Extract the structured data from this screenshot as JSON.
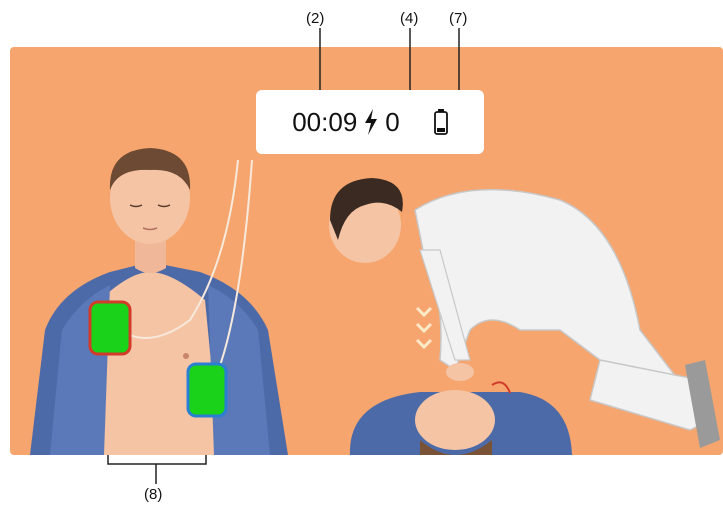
{
  "callouts": {
    "timer": "(2)",
    "shock_count": "(4)",
    "battery": "(7)",
    "pads": "(8)"
  },
  "status": {
    "elapsed_time": "00:09",
    "shocks": "0"
  },
  "colors": {
    "background_panel": "#f5a56d",
    "pad_fill": "#1ad21a",
    "pad_border_left": "#d23a2a",
    "pad_border_right": "#2a7fd2",
    "shirt": "#4d6aa8",
    "skin": "#f4c4a4",
    "hair": "#6d4a33",
    "rescuer_clothes": "#f2f2f2"
  },
  "icons": [
    "lightning-bolt-icon",
    "battery-icon",
    "compression-chevron-icon"
  ]
}
